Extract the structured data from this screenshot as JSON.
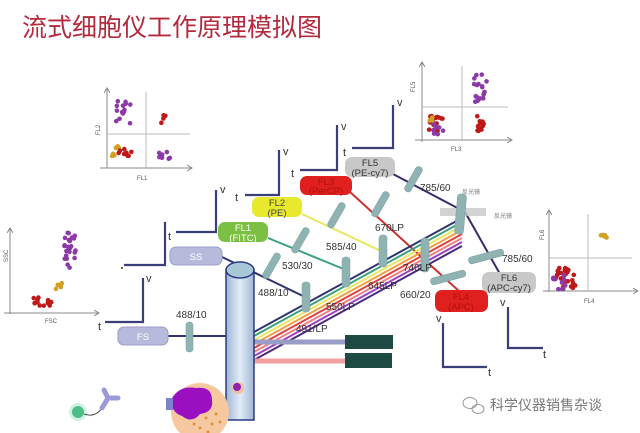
{
  "title": "流式细胞仪工作原理模拟图",
  "plots": {
    "fl2_fl1": {
      "y_label": "FL2",
      "x_label": "FL1"
    },
    "fl5_fl3": {
      "y_label": "FL5",
      "x_label": "FL3"
    },
    "ssc_fsc": {
      "y_label": "SSC",
      "x_label": "FSC"
    },
    "fl6_fl4": {
      "y_label": "FL6",
      "x_label": "FL4"
    }
  },
  "detectors": {
    "fs": {
      "name": "FS",
      "color": "#b8badb"
    },
    "ss": {
      "name": "SS",
      "color": "#b8badb"
    },
    "fl1": {
      "name": "FL1",
      "dye": "(FITC)",
      "color": "#7cc043"
    },
    "fl2": {
      "name": "FL2",
      "dye": "(PE)",
      "color": "#e8e82c"
    },
    "fl3": {
      "name": "FL3",
      "dye": "(PerCP)",
      "color": "#e01f1f"
    },
    "fl4": {
      "name": "FL4",
      "dye": "(APC)",
      "color": "#e01f1f"
    },
    "fl5": {
      "name": "FL5",
      "dye": "(PE-cy7)",
      "color": "#c8c8c8"
    },
    "fl6": {
      "name": "FL6",
      "dye": "(APC-cy7)",
      "color": "#c8c8c8"
    }
  },
  "filters": {
    "fs_488": "488/10",
    "ss_488": "488/10",
    "lp491": "491/LP",
    "bp530": "530/30",
    "lp550": "550LP",
    "bp585": "585/40",
    "lp645": "645LP",
    "lp670": "670LP",
    "lp740": "740LP",
    "bp785_top": "785/60",
    "bp785_right": "785/60",
    "bp660": "660/20"
  },
  "mirrors": {
    "mirror1": "反光镜",
    "mirror2": "反光镜"
  },
  "signal": {
    "v": "v",
    "t": "t"
  },
  "watermark": "科学仪器销售杂谈"
}
